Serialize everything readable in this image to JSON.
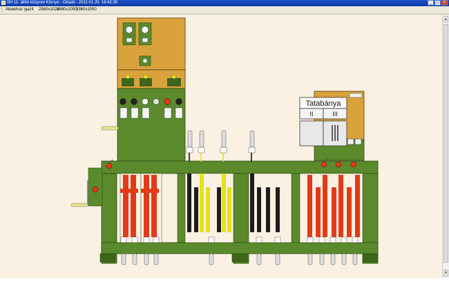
{
  "window": {
    "title": "SH 11. állító központ Környe - Oktató - 2011.01.25. 18:42:35",
    "buttons": {
      "minimize": "_",
      "maximize": "□",
      "close": "×"
    }
  },
  "menu": {
    "items": [
      "Ablakhoz igazít",
      "2560x1024",
      "1680x1050",
      "3360x1050"
    ]
  },
  "station": {
    "name": "Tatabánya",
    "track_labels": [
      "II",
      "III"
    ]
  },
  "colors": {
    "green": "#5b8a2d",
    "green_dark": "#3d6618",
    "ochre": "#d9a23c",
    "red": "#e23a17",
    "yellow": "#e5e01b",
    "black": "#1d1d1d",
    "cream": "#fbf1e3"
  },
  "icons": [
    "app-icon",
    "minimize-icon",
    "maximize-icon",
    "close-icon",
    "menu-grip-icon"
  ]
}
